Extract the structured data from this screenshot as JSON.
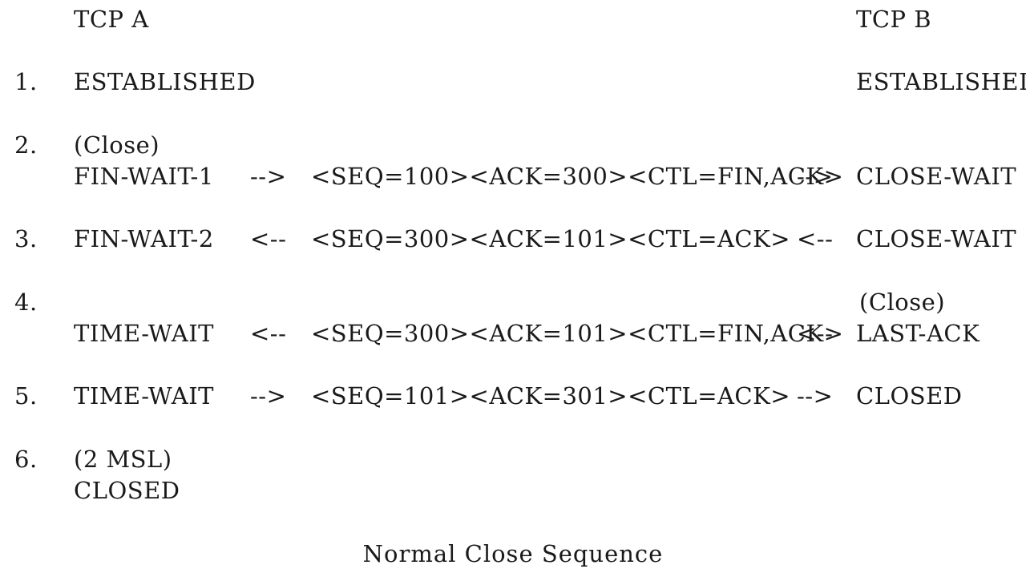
{
  "header": {
    "tcp_a": "TCP A",
    "tcp_b": "TCP B"
  },
  "steps": [
    {
      "number": "1.",
      "a_state": "ESTABLISHED",
      "b_state": "ESTABLISHED"
    },
    {
      "number": "2.",
      "a_event": "(Close)",
      "a_state": "FIN-WAIT-1",
      "arrow_left": "-->",
      "segment": "<SEQ=100><ACK=300><CTL=FIN,ACK>",
      "arrow_right": "-->",
      "b_state": "CLOSE-WAIT"
    },
    {
      "number": "3.",
      "a_state": "FIN-WAIT-2",
      "arrow_left": "<--",
      "segment": "<SEQ=300><ACK=101><CTL=ACK>",
      "arrow_right": "<--",
      "b_state": "CLOSE-WAIT"
    },
    {
      "number": "4.",
      "b_event": "(Close)",
      "a_state": "TIME-WAIT",
      "arrow_left": "<--",
      "segment": "<SEQ=300><ACK=101><CTL=FIN,ACK>",
      "arrow_right": "<--",
      "b_state": "LAST-ACK"
    },
    {
      "number": "5.",
      "a_state": "TIME-WAIT",
      "arrow_left": "-->",
      "segment": "<SEQ=101><ACK=301><CTL=ACK>",
      "arrow_right": "-->",
      "b_state": "CLOSED"
    },
    {
      "number": "6.",
      "a_event": "(2 MSL)",
      "a_state": "CLOSED"
    }
  ],
  "caption": "Normal Close Sequence"
}
